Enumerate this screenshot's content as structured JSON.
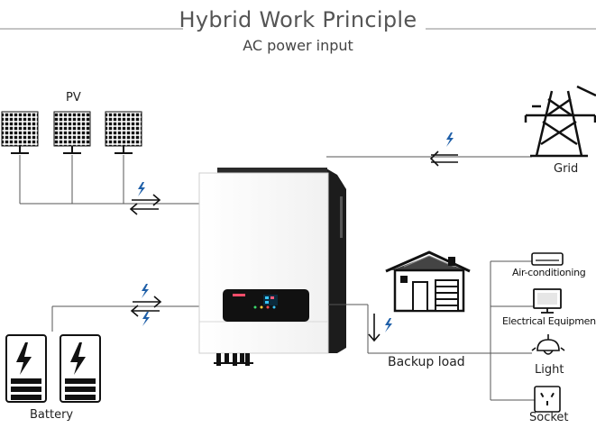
{
  "header": {
    "title": "Hybrid Work Principle",
    "subtitle": "AC power input"
  },
  "labels": {
    "pv": "PV",
    "grid": "Grid",
    "battery": "Battery",
    "backup_load": "Backup load"
  },
  "loads": [
    {
      "label": "Air-conditioning",
      "icon": "air-conditioner-icon"
    },
    {
      "label": "Electrical Equipment",
      "icon": "monitor-icon"
    },
    {
      "label": "Light",
      "icon": "light-bulb-icon"
    },
    {
      "label": "Socket",
      "icon": "power-socket-icon"
    }
  ],
  "colors": {
    "accent_blue": "#1f5fa8",
    "line": "#555555",
    "inverter_side": "#1c1c1c"
  }
}
